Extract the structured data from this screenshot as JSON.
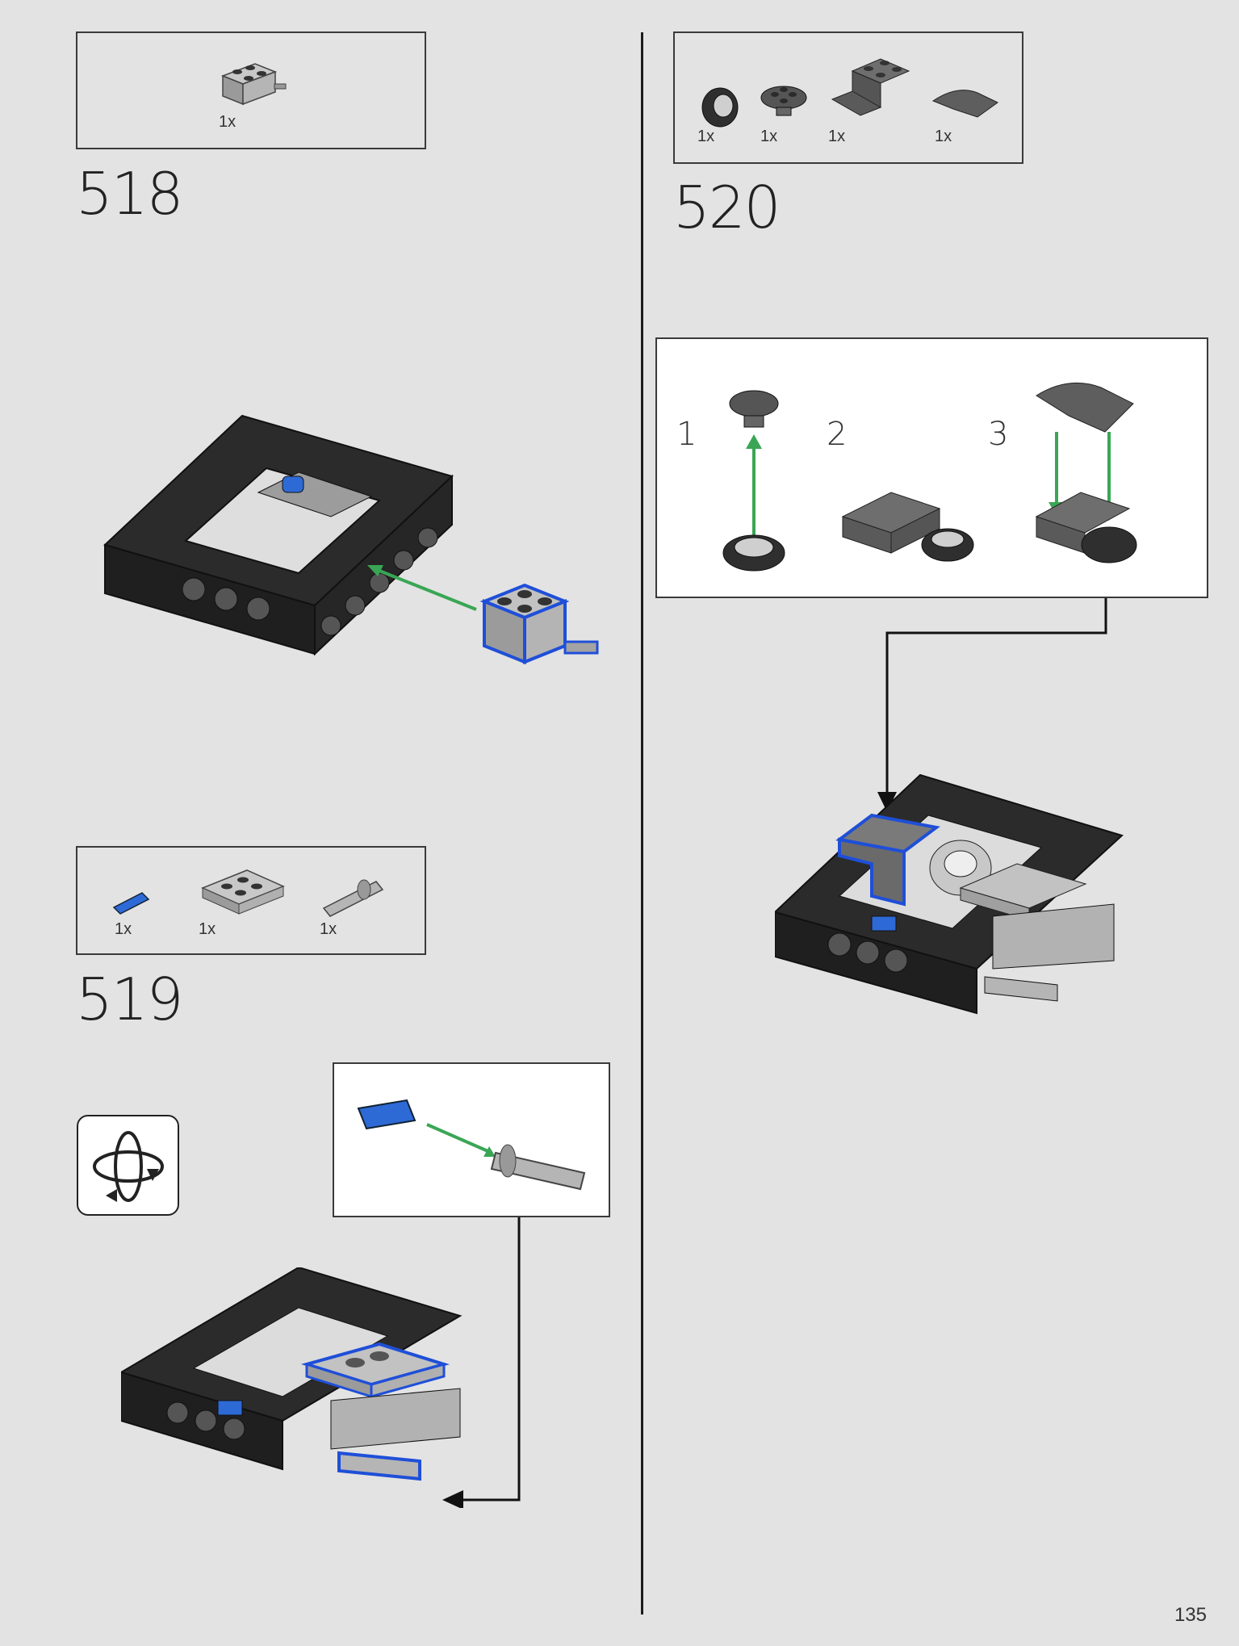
{
  "page_number": "135",
  "steps": [
    {
      "number": "518",
      "parts": [
        {
          "qty": "1x",
          "part": "grey-brick-with-axle-pin"
        }
      ]
    },
    {
      "number": "519",
      "parts": [
        {
          "qty": "1x",
          "part": "blue-axle-pin"
        },
        {
          "qty": "1x",
          "part": "grey-plate-2x3"
        },
        {
          "qty": "1x",
          "part": "grey-pin-with-bush"
        }
      ]
    },
    {
      "number": "520",
      "parts": [
        {
          "qty": "1x",
          "part": "black-turntable-ring"
        },
        {
          "qty": "1x",
          "part": "dark-grey-round-plate"
        },
        {
          "qty": "1x",
          "part": "dark-grey-bracket"
        },
        {
          "qty": "1x",
          "part": "dark-grey-curved-slope"
        }
      ],
      "substeps": [
        "1",
        "2",
        "3"
      ]
    }
  ],
  "colors": {
    "background": "#e3e3e3",
    "highlight_blue": "#1f4fd8",
    "arrow_green": "#3aa655",
    "frame_black": "#2b2b2b",
    "part_grey": "#a9a9a9",
    "part_dark_grey": "#6a6a6a",
    "pin_blue": "#2e6ad6"
  }
}
